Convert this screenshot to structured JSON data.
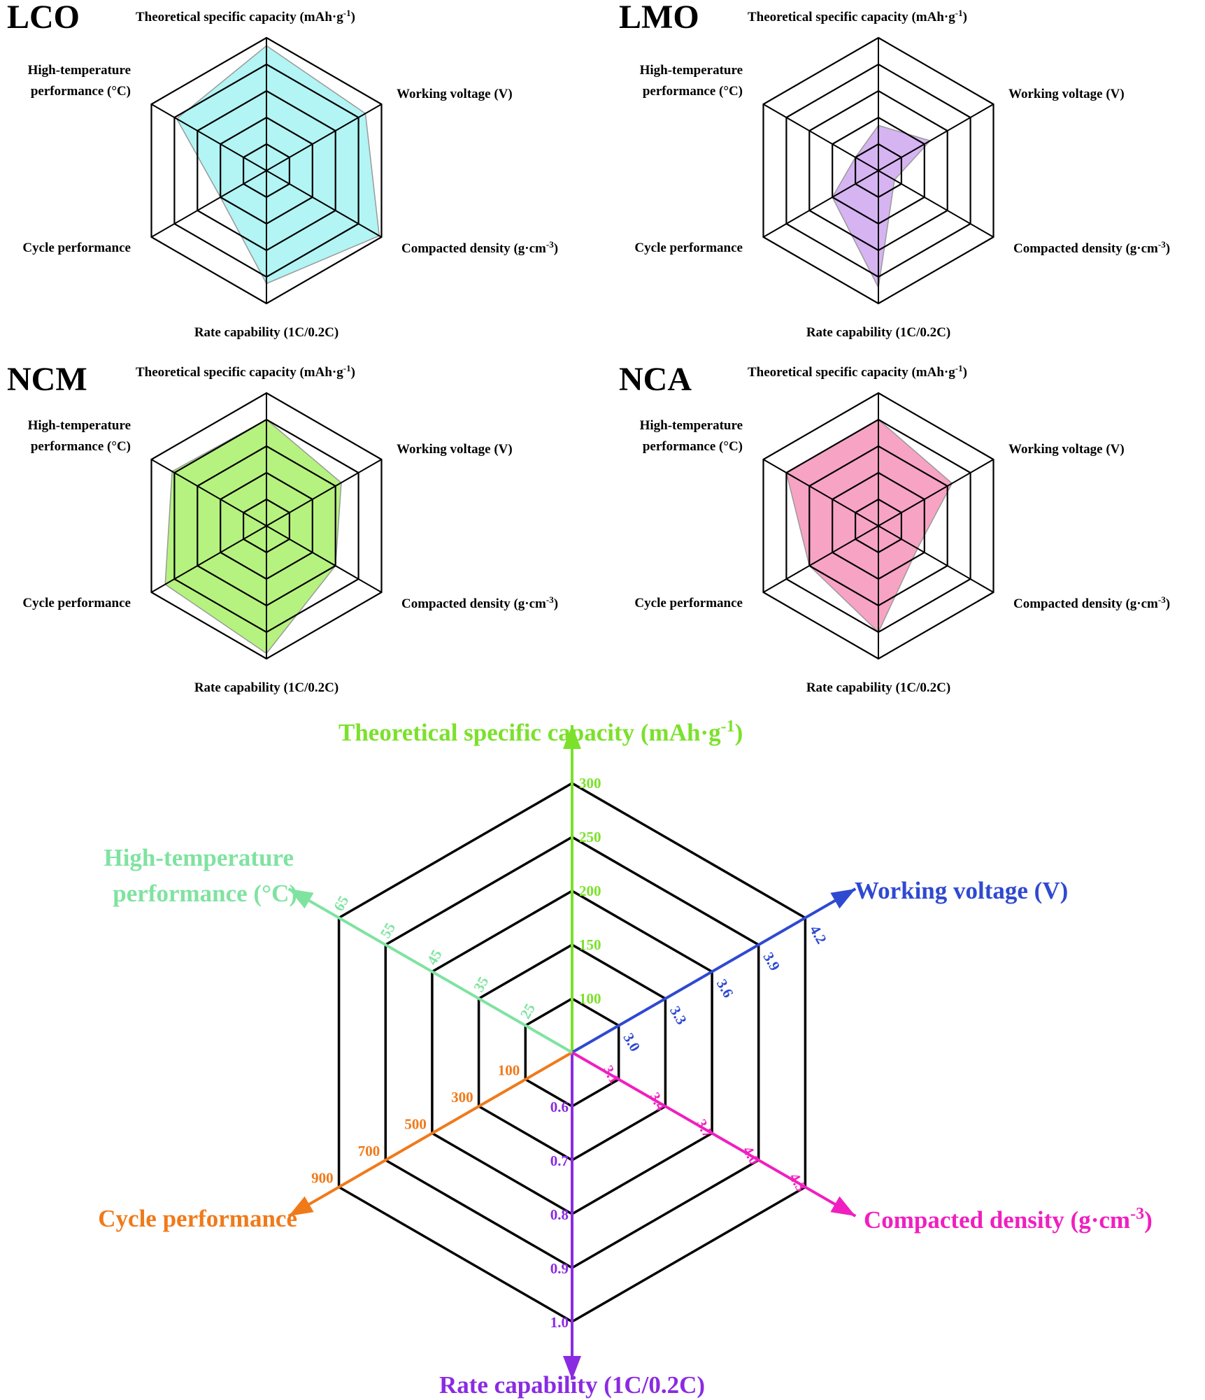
{
  "axis_labels": {
    "capacity": "Theoretical specific capacity  (mAh·g",
    "capacity_sup": "-1",
    "capacity_end": ")",
    "voltage": "Working voltage (V)",
    "density": "Compacted density  (g·cm",
    "density_sup": "-3",
    "density_end": ")",
    "rate": "Rate capability (1C/0.2C)",
    "cycle": "Cycle performance",
    "temp_line1": "High-temperature",
    "temp_line2": "performance (°C)"
  },
  "colors": {
    "capacity": "#7be12b",
    "voltage": "#2f49d1",
    "density": "#f01fbf",
    "rate": "#8a2be2",
    "cycle": "#f07a1a",
    "temp": "#7fe3a0",
    "grid": "#000000"
  },
  "chart_data": [
    {
      "type": "radar",
      "title": "LCO",
      "axes": [
        "Theoretical specific capacity",
        "Working voltage",
        "Compacted density",
        "Rate capability",
        "Cycle performance",
        "High-temperature performance"
      ],
      "values": [
        0.94,
        0.86,
        0.98,
        0.85,
        0.4,
        0.78
      ],
      "fill": "#b3f4f4"
    },
    {
      "type": "radar",
      "title": "LMO",
      "axes": [
        "Theoretical specific capacity",
        "Working voltage",
        "Compacted density",
        "Rate capability",
        "Cycle performance",
        "High-temperature performance"
      ],
      "values": [
        0.34,
        0.45,
        0.14,
        0.88,
        0.4,
        0.2
      ],
      "fill": "#d6b4f2"
    },
    {
      "type": "radar",
      "title": "NCM",
      "axes": [
        "Theoretical specific capacity",
        "Working voltage",
        "Compacted density",
        "Rate capability",
        "Cycle performance",
        "High-temperature performance"
      ],
      "values": [
        0.8,
        0.65,
        0.6,
        0.96,
        0.88,
        0.82
      ],
      "fill": "#b6f27f"
    },
    {
      "type": "radar",
      "title": "NCA",
      "axes": [
        "Theoretical specific capacity",
        "Working voltage",
        "Compacted density",
        "Rate capability",
        "Cycle performance",
        "High-temperature performance"
      ],
      "values": [
        0.8,
        0.64,
        0.34,
        0.8,
        0.6,
        0.8
      ],
      "fill": "#f7a3c4"
    },
    {
      "type": "radar-scale",
      "axes": [
        {
          "name": "Theoretical specific capacity",
          "ticks": [
            "100",
            "150",
            "200",
            "250",
            "300"
          ]
        },
        {
          "name": "Working voltage",
          "ticks": [
            "3.0",
            "3.3",
            "3.6",
            "3.9",
            "4.2"
          ]
        },
        {
          "name": "Compacted density",
          "ticks": [
            "3.1",
            "3.4",
            "3.7",
            "4.0",
            "4.3"
          ]
        },
        {
          "name": "Rate capability",
          "ticks": [
            "0.6",
            "0.7",
            "0.8",
            "0.9",
            "1.0"
          ]
        },
        {
          "name": "Cycle performance",
          "ticks": [
            "100",
            "300",
            "500",
            "700",
            "900"
          ]
        },
        {
          "name": "High-temperature performance",
          "ticks": [
            "25",
            "35",
            "45",
            "55",
            "65"
          ]
        }
      ]
    }
  ]
}
